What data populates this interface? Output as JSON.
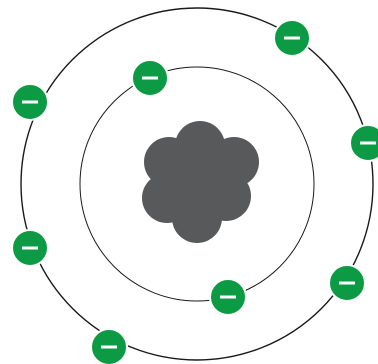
{
  "colors": {
    "nucleus": "#58595b",
    "electron": "#0d9a44",
    "electron_sign": "#ffffff",
    "orbit": "#1a1a1a"
  },
  "icons": {
    "nucleus": "nucleus-icon",
    "electron": "electron-minus-icon"
  },
  "atom": {
    "shells": [
      {
        "name": "inner",
        "electrons": 2
      },
      {
        "name": "outer",
        "electrons": 6
      }
    ],
    "electron_sign": "−"
  }
}
